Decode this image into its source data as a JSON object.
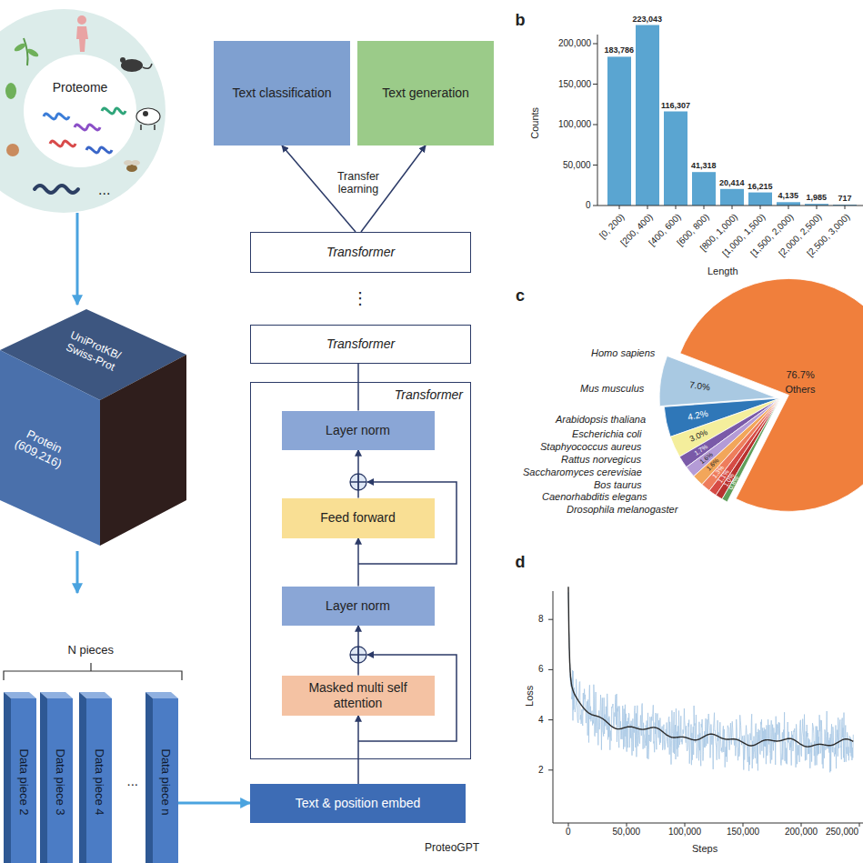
{
  "diagram": {
    "nodes": [
      {
        "text": [
          "..."
        ]
      },
      {
        "text": [
          "Proteome"
        ],
        "in": 0
      },
      {
        "text": [
          "UniProtKB/ Swiss-Prot",
          "Protein (609,216)"
        ]
      },
      {
        "text": [
          "Data piece 2"
        ]
      },
      {
        "text": [
          "Data piece 3"
        ]
      },
      {
        "text": [
          "Data piece 4"
        ]
      },
      {
        "text": [
          "Data piece n"
        ]
      },
      {
        "text": [
          "Text classification"
        ]
      },
      {
        "text": [
          "Text generation"
        ]
      },
      {
        "text": [
          "Transformer"
        ]
      },
      {
        "text": [
          "Transformer"
        ]
      },
      {
        "text": [
          "Transformer"
        ]
      },
      {
        "text": [
          "Layer norm"
        ],
        "in": 11
      },
      {
        "text": [
          "Feed forward"
        ],
        "in": 11
      },
      {
        "text": [
          "Layer norm"
        ],
        "in": 11
      },
      {
        "text": [
          "Masked multi self attention"
        ],
        "in": 11
      },
      {
        "text": [
          "Text & position embed"
        ]
      }
    ],
    "edges": [
      {
        "from": 0,
        "to": 2,
        "arrow": "to"
      },
      {
        "from": 6,
        "to": 16,
        "arrow": "to"
      },
      {
        "from": 16,
        "to": 15,
        "arrow": "to"
      },
      {
        "from": 15,
        "to": 14,
        "arrow": "to"
      },
      {
        "from": 14,
        "to": 13,
        "arrow": "to"
      },
      {
        "from": 13,
        "to": 12,
        "arrow": "to"
      },
      {
        "from": 12,
        "to": 10,
        "arrow": "none"
      },
      {
        "from": 9,
        "to": 7,
        "arrow": "to"
      },
      {
        "from": 9,
        "to": 8,
        "arrow": "to"
      }
    ],
    "labels": [
      "N pieces",
      "...",
      "Transfer learning",
      "⋮",
      "ProteoGPT",
      "b",
      "Counts",
      "0",
      "50,000",
      "100,000",
      "150,000",
      "200,000",
      "183,786",
      "223,043",
      "116,307",
      "41,318",
      "20,414",
      "16,215",
      "4,135",
      "1,985",
      "717",
      "[0, 200)",
      "[200, 400)",
      "[400, 600)",
      "[600, 800)",
      "[800, 1,000)",
      "[1,000, 1,500)",
      "[1,500, 2,000)",
      "[2,000, 2,500)",
      "[2,500, 3,000)",
      "Length",
      "c",
      "Homo sapiens",
      "Mus musculus",
      "Arabidopsis thaliana",
      "Escherichia coli",
      "Staphyococcus aureus",
      "Rattus norvegicus",
      "Saccharomyces cerevisiae",
      "Bos taurus",
      "Caenorhabditis elegans",
      "Drosophila melanogaster",
      "7.0%",
      "4.2%",
      "3.0%",
      "1.7%",
      "1.6%",
      "1.6%",
      "1.3%",
      "1.1%",
      "1.0%",
      "0.8%",
      "76.7%",
      "Others",
      "d",
      "Loss",
      "2",
      "4",
      "6",
      "8",
      "0",
      "50,000",
      "100,000",
      "150,000",
      "200,000",
      "250,000",
      "Steps"
    ]
  }
}
